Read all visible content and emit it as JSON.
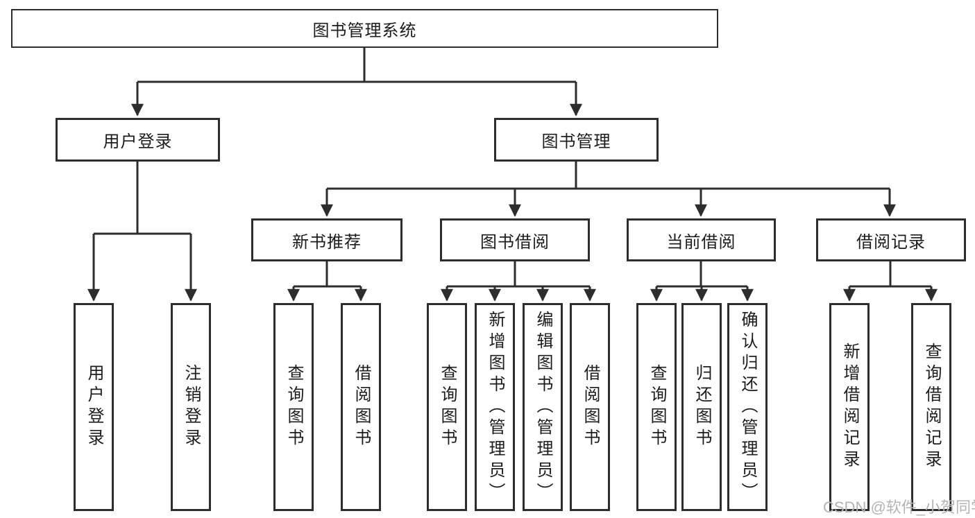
{
  "diagram_type": "tree",
  "tree": {
    "label": "图书管理系统",
    "children": [
      {
        "label": "用户登录",
        "children": [
          {
            "label": "用户登录"
          },
          {
            "label": "注销登录"
          }
        ]
      },
      {
        "label": "图书管理",
        "children": [
          {
            "label": "新书推荐",
            "children": [
              {
                "label": "查询图书"
              },
              {
                "label": "借阅图书"
              }
            ]
          },
          {
            "label": "图书借阅",
            "children": [
              {
                "label": "查询图书"
              },
              {
                "label": "新增图书（管理员）"
              },
              {
                "label": "编辑图书（管理员）"
              },
              {
                "label": "借阅图书"
              }
            ]
          },
          {
            "label": "当前借阅",
            "children": [
              {
                "label": "查询图书"
              },
              {
                "label": "归还图书"
              },
              {
                "label": "确认归还（管理员）"
              }
            ]
          },
          {
            "label": "借阅记录",
            "children": [
              {
                "label": "新增借阅记录"
              },
              {
                "label": "查询借阅记录"
              }
            ]
          }
        ]
      }
    ]
  },
  "watermark": {
    "text": "CSDN @软件_小贺同学"
  },
  "colors": {
    "line": "#2d2d2d",
    "box_border": "#2d2d2d",
    "text": "#1c1c1c",
    "watermark": "#b4b4b4",
    "background": "#ffffff"
  }
}
